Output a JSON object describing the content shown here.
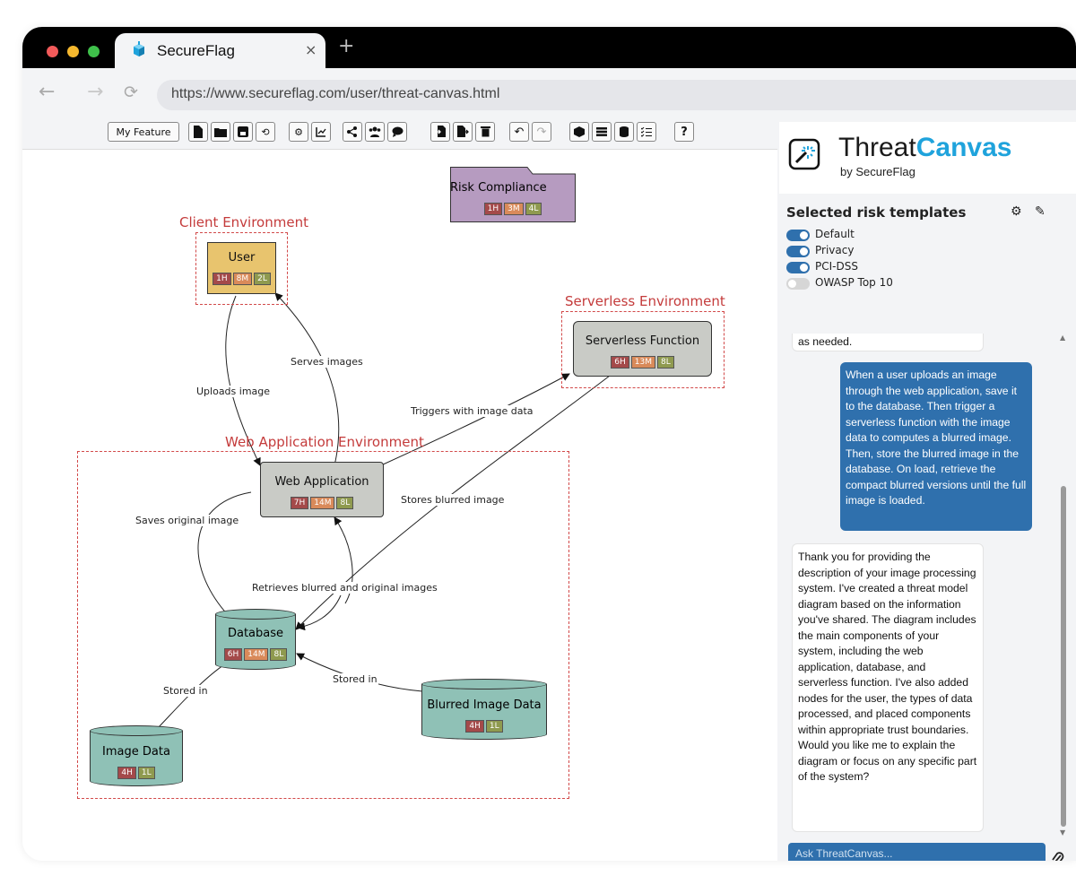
{
  "browser": {
    "tab_title": "SecureFlag",
    "tab_close": "×",
    "new_tab": "+",
    "url": "https://www.secureflag.com/user/threat-canvas.html",
    "back": "←",
    "forward": "→",
    "reload": "⟳"
  },
  "toolbar": {
    "feature_label": "My Feature",
    "help": "?"
  },
  "canvas": {
    "boundaries": {
      "client": "Client Environment",
      "serverless": "Serverless Environment",
      "webapp": "Web Application Environment"
    },
    "nodes": {
      "risk_compliance": {
        "label": "Risk Compliance",
        "badges": [
          "1H",
          "3M",
          "4L"
        ]
      },
      "user": {
        "label": "User",
        "badges": [
          "1H",
          "8M",
          "2L"
        ]
      },
      "serverless_function": {
        "label": "Serverless Function",
        "badges": [
          "6H",
          "13M",
          "8L"
        ]
      },
      "web_application": {
        "label": "Web Application",
        "badges": [
          "7H",
          "14M",
          "8L"
        ]
      },
      "database": {
        "label": "Database",
        "badges": [
          "6H",
          "14M",
          "8L"
        ]
      },
      "image_data": {
        "label": "Image Data",
        "badges": [
          "4H",
          "1L"
        ]
      },
      "blurred_image_data": {
        "label": "Blurred Image Data",
        "badges": [
          "4H",
          "1L"
        ]
      }
    },
    "edges": {
      "uploads_image": "Uploads image",
      "serves_images": "Serves images",
      "triggers": "Triggers with image data",
      "stores_blurred": "Stores blurred image",
      "saves_original": "Saves original image",
      "retrieves": "Retrieves blurred and original images",
      "stored_in_left": "Stored in",
      "stored_in_right": "Stored in"
    }
  },
  "panel": {
    "logo_thin": "Threat",
    "logo_bold": "Canvas",
    "logo_by": "by SecureFlag",
    "risk_title": "Selected risk templates",
    "templates": [
      {
        "label": "Default",
        "on": true
      },
      {
        "label": "Privacy",
        "on": true
      },
      {
        "label": "PCI-DSS",
        "on": true
      },
      {
        "label": "OWASP Top 10",
        "on": false
      }
    ],
    "chat": {
      "partial": "as needed.",
      "user_msg": "When a user uploads an image through the web application, save it to the database. Then trigger a serverless function with the image data to computes a blurred image. Then, store the blurred image in the database. On load, retrieve the compact blurred versions until the full image is loaded.",
      "bot_msg": "Thank you for providing the description of your image processing system. I've created a threat model diagram based on the information you've shared. The diagram includes the main components of your system, including the web application, database, and serverless function. I've also added nodes for the user, the types of data processed, and placed components within appropriate trust boundaries. Would you like me to explain the diagram or focus on any specific part of the system?"
    },
    "input_placeholder": "Ask ThreatCanvas..."
  },
  "colors": {
    "accent": "#2f70ad",
    "brand": "#1fa3dc",
    "boundary": "#d24a4a",
    "high": "#a44a4a",
    "medium": "#d98a5a",
    "low": "#8f9a4f",
    "user_node": "#e8c46e",
    "process_node": "#c9cbc6",
    "datastore": "#8fc1b6",
    "compliance": "#b69bc0"
  }
}
